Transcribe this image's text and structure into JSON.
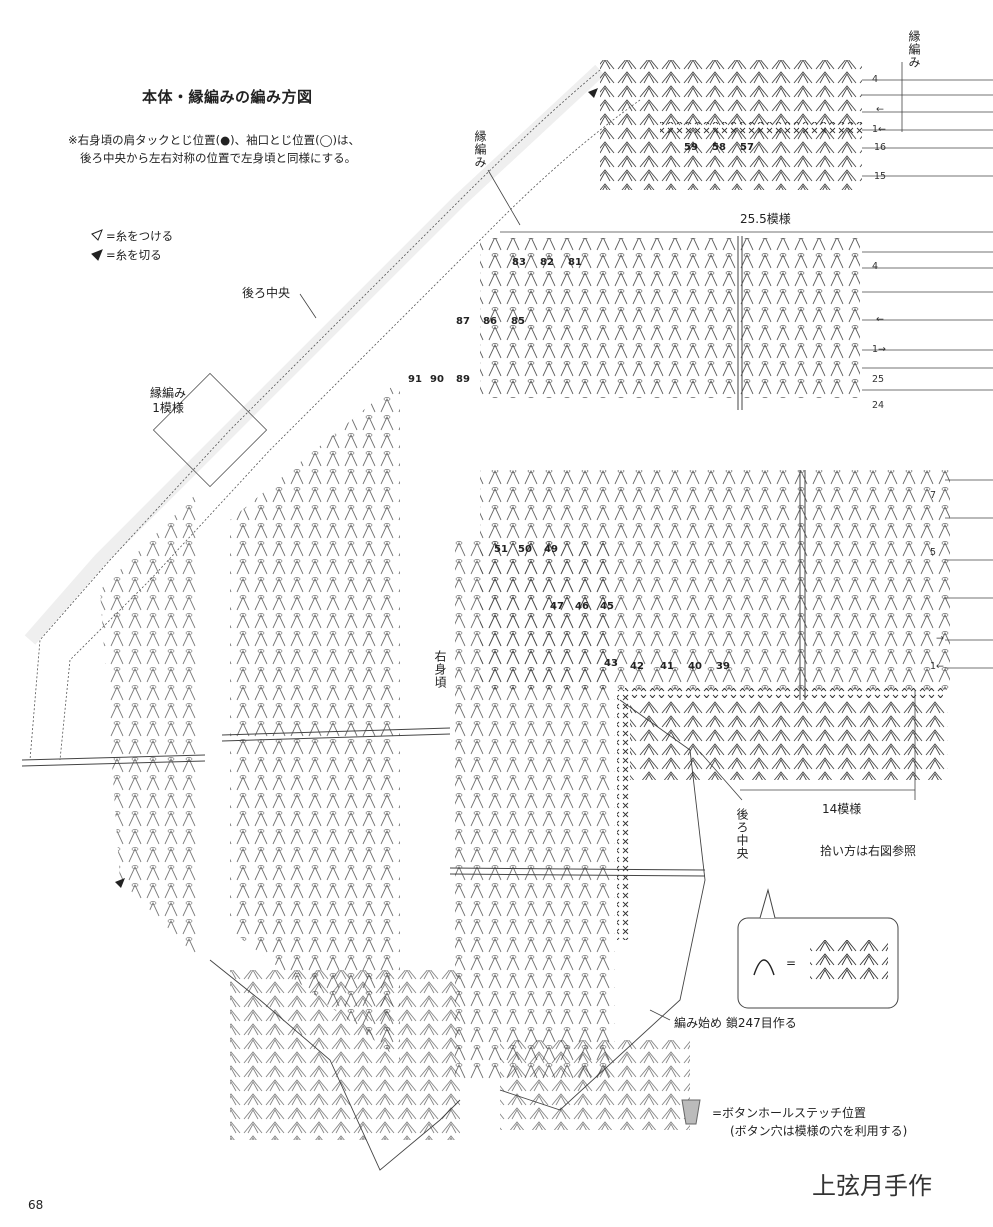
{
  "title": "本体・縁編みの編み方図",
  "notes": [
    "※右身頃の肩タックとじ位置(●)、袖口とじ位置(◯)は、",
    "後ろ中央から左右対称の位置で左身頃と同様にする。"
  ],
  "legend": {
    "join_yarn": "=糸をつける",
    "cut_yarn": "=糸を切る"
  },
  "labels": {
    "edge_knit": "縁編み",
    "edge_knit_1": "縁編み\n1模様",
    "back_center_top": "後ろ中央",
    "back_center_bottom": "後ろ中央",
    "right_body": "右身頃",
    "pattern_25_5": "25.5模様",
    "pattern_14": "14模様",
    "pickup": "拾い方は右図参照",
    "start": "編み始め 鎖247目作る",
    "buttonhole_1": "=ボタンホールステッチ位置",
    "buttonhole_2": "(ボタン穴は模様の穴を利用する)",
    "equals": "="
  },
  "row_numbers": {
    "top_block": [
      "4",
      "←",
      "1←",
      "16",
      "15"
    ],
    "middle_block": [
      "4",
      "←",
      "1→",
      "25",
      "24"
    ],
    "lower_block": [
      "7",
      "5",
      "→",
      "1←"
    ]
  },
  "pattern_numbers": {
    "top": [
      "59",
      "58",
      "57"
    ],
    "mid1": [
      "83",
      "82",
      "81"
    ],
    "mid2": [
      "87",
      "86",
      "85"
    ],
    "mid3": [
      "91",
      "90",
      "89"
    ],
    "low1": [
      "51",
      "50",
      "49"
    ],
    "low2": [
      "47",
      "46",
      "45"
    ],
    "low3": [
      "43",
      "42",
      "41",
      "40",
      "39"
    ]
  },
  "page_number": "68",
  "watermark": "上弦月手作"
}
